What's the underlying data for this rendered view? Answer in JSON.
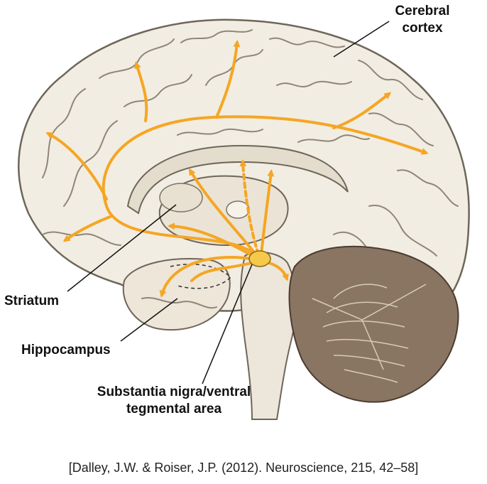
{
  "labels": {
    "cortex_line1": "Cerebral",
    "cortex_line2": "cortex",
    "striatum": "Striatum",
    "hippocampus": "Hippocampus",
    "sn_line1": "Substantia nigra/ventral",
    "sn_line2": "tegmental area"
  },
  "citation": "[Dalley, J.W. & Roiser, J.P. (2012). Neuroscience, 215, 42–58]",
  "colors": {
    "pathway": "#f5a623",
    "brain_fill": "#f2ede3",
    "sulcus": "#8f8677",
    "cerebellum": "#6b5a4a",
    "nucleus": "#f7c94b"
  }
}
